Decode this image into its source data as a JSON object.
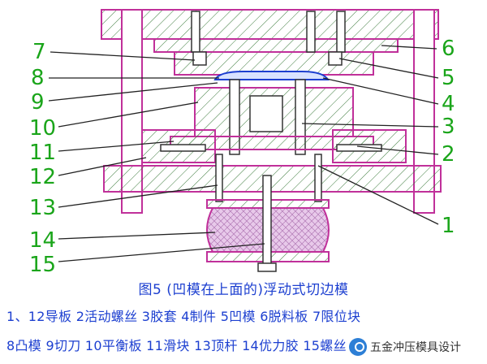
{
  "figure": {
    "callouts_left": [
      "7",
      "8",
      "9",
      "10",
      "11",
      "12",
      "13",
      "14",
      "15"
    ],
    "callouts_right": [
      "6",
      "5",
      "4",
      "3",
      "2",
      "1"
    ],
    "colors": {
      "outline": "#c0309a",
      "hatch": "#3b7a3b",
      "leader": "#222222",
      "number": "#1aa51a",
      "rubber": "#e8c9ea",
      "caption": "#1c3fd0"
    }
  },
  "caption": {
    "title": "图5 (凹模在上面的)浮动式切边模",
    "legend_line1": "1、12导板 2活动螺丝 3胶套 4制件 5凹模 6脱料板 7限位块",
    "legend_line2": "8凸模 9切刀 10平衡板 11滑块 13顶杆 14优力胶 15螺丝"
  },
  "watermark": {
    "text": "五金冲压模具设计"
  }
}
